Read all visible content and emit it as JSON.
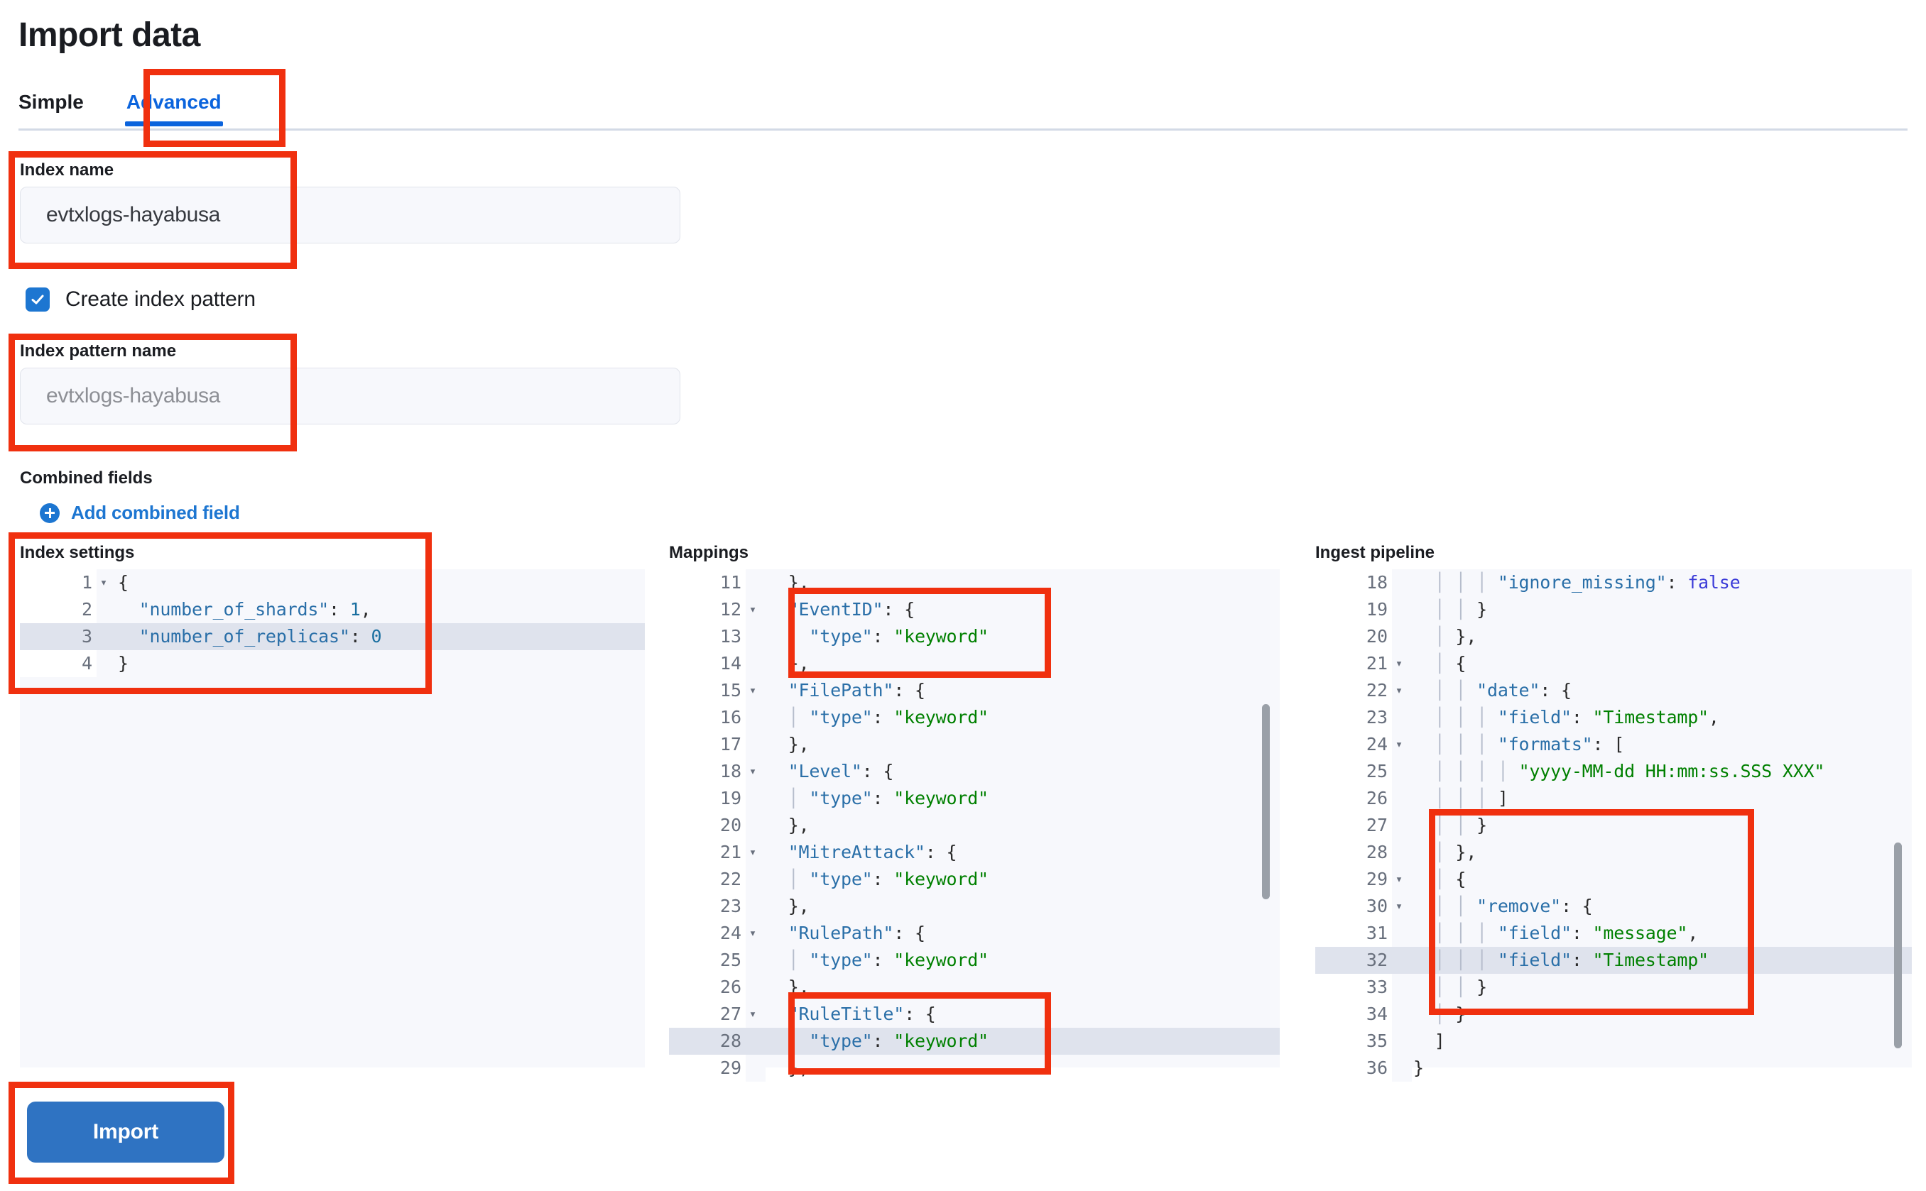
{
  "page": {
    "title": "Import data"
  },
  "tabs": [
    {
      "label": "Simple",
      "active": false
    },
    {
      "label": "Advanced",
      "active": true
    }
  ],
  "form": {
    "index_name": {
      "label": "Index name",
      "value": "evtxlogs-hayabusa"
    },
    "create_index_pattern": {
      "label": "Create index pattern",
      "checked": true
    },
    "index_pattern_name": {
      "label": "Index pattern name",
      "value": "evtxlogs-hayabusa"
    },
    "combined_fields": {
      "label": "Combined fields",
      "add_link": "Add combined field",
      "add_icon": "plus-circle-icon"
    }
  },
  "editors": {
    "index_settings": {
      "title": "Index settings",
      "first_line": 1,
      "highlight_line": 3,
      "lines": [
        {
          "n": 1,
          "fold": true,
          "text": "{"
        },
        {
          "n": 2,
          "fold": false,
          "text": "  \"number_of_shards\": 1,"
        },
        {
          "n": 3,
          "fold": false,
          "text": "  \"number_of_replicas\": 0"
        },
        {
          "n": 4,
          "fold": false,
          "text": "}"
        }
      ]
    },
    "mappings": {
      "title": "Mappings",
      "first_line": 11,
      "highlight_line": 28,
      "lines": [
        {
          "n": 11,
          "fold": false,
          "text": "  },"
        },
        {
          "n": 12,
          "fold": true,
          "text": "  \"EventID\": {"
        },
        {
          "n": 13,
          "fold": false,
          "text": "    \"type\": \"keyword\""
        },
        {
          "n": 14,
          "fold": false,
          "text": "  },"
        },
        {
          "n": 15,
          "fold": true,
          "text": "  \"FilePath\": {"
        },
        {
          "n": 16,
          "fold": false,
          "text": "    \"type\": \"keyword\""
        },
        {
          "n": 17,
          "fold": false,
          "text": "  },"
        },
        {
          "n": 18,
          "fold": true,
          "text": "  \"Level\": {"
        },
        {
          "n": 19,
          "fold": false,
          "text": "    \"type\": \"keyword\""
        },
        {
          "n": 20,
          "fold": false,
          "text": "  },"
        },
        {
          "n": 21,
          "fold": true,
          "text": "  \"MitreAttack\": {"
        },
        {
          "n": 22,
          "fold": false,
          "text": "    \"type\": \"keyword\""
        },
        {
          "n": 23,
          "fold": false,
          "text": "  },"
        },
        {
          "n": 24,
          "fold": true,
          "text": "  \"RulePath\": {"
        },
        {
          "n": 25,
          "fold": false,
          "text": "    \"type\": \"keyword\""
        },
        {
          "n": 26,
          "fold": false,
          "text": "  },"
        },
        {
          "n": 27,
          "fold": true,
          "text": "  \"RuleTitle\": {"
        },
        {
          "n": 28,
          "fold": false,
          "text": "    \"type\": \"keyword\""
        },
        {
          "n": 29,
          "fold": false,
          "text": "  },"
        }
      ]
    },
    "ingest_pipeline": {
      "title": "Ingest pipeline",
      "first_line": 18,
      "highlight_line": 32,
      "lines": [
        {
          "n": 18,
          "fold": false,
          "text": "        \"ignore_missing\": false"
        },
        {
          "n": 19,
          "fold": false,
          "text": "      }"
        },
        {
          "n": 20,
          "fold": false,
          "text": "    },"
        },
        {
          "n": 21,
          "fold": true,
          "text": "    {"
        },
        {
          "n": 22,
          "fold": true,
          "text": "      \"date\": {"
        },
        {
          "n": 23,
          "fold": false,
          "text": "        \"field\": \"Timestamp\","
        },
        {
          "n": 24,
          "fold": true,
          "text": "        \"formats\": ["
        },
        {
          "n": 25,
          "fold": false,
          "text": "          \"yyyy-MM-dd HH:mm:ss.SSS XXX\""
        },
        {
          "n": 26,
          "fold": false,
          "text": "        ]"
        },
        {
          "n": 27,
          "fold": false,
          "text": "      }"
        },
        {
          "n": 28,
          "fold": false,
          "text": "    },"
        },
        {
          "n": 29,
          "fold": true,
          "text": "    {"
        },
        {
          "n": 30,
          "fold": true,
          "text": "      \"remove\": {"
        },
        {
          "n": 31,
          "fold": false,
          "text": "        \"field\": \"message\","
        },
        {
          "n": 32,
          "fold": false,
          "text": "        \"field\": \"Timestamp\""
        },
        {
          "n": 33,
          "fold": false,
          "text": "      }"
        },
        {
          "n": 34,
          "fold": false,
          "text": "    }"
        },
        {
          "n": 35,
          "fold": false,
          "text": "  ]"
        },
        {
          "n": 36,
          "fold": false,
          "text": "}"
        }
      ]
    }
  },
  "actions": {
    "import_label": "Import"
  },
  "colors": {
    "accent": "#0b64dd",
    "primary_button": "#2f73c2",
    "annotation": "#f0300f",
    "checkbox": "#1d76d1",
    "editor_bg": "#f7f8fc",
    "highlight_row": "#dfe3ed",
    "token_key": "#2a6fa8",
    "token_string": "#008000",
    "token_boolean": "#3b3bd8"
  }
}
